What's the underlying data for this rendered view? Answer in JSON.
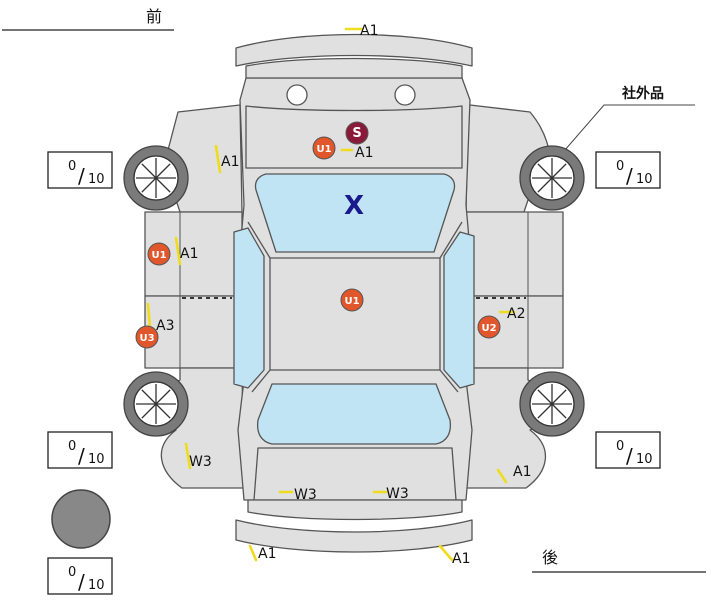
{
  "headings": {
    "front": "前",
    "rear": "後",
    "aftermarket": "社外品"
  },
  "scores": [
    {
      "value": "0",
      "max": "10"
    },
    {
      "value": "0",
      "max": "10"
    },
    {
      "value": "0",
      "max": "10"
    },
    {
      "value": "0",
      "max": "10"
    },
    {
      "value": "0",
      "max": "10"
    }
  ],
  "markers": [
    {
      "kind": "badge",
      "code": "S",
      "color": "#8b1a3a"
    },
    {
      "kind": "badge",
      "code": "U1",
      "color": "#e2562b"
    },
    {
      "kind": "badge",
      "code": "U1",
      "color": "#e2562b"
    },
    {
      "kind": "badge",
      "code": "U1",
      "color": "#e2562b"
    },
    {
      "kind": "badge",
      "code": "U3",
      "color": "#e2562b"
    },
    {
      "kind": "badge",
      "code": "U2",
      "color": "#e2562b"
    },
    {
      "kind": "cross",
      "code": "X",
      "color": "#1a1a8c"
    }
  ],
  "damage_codes": [
    "A1",
    "A1",
    "A1",
    "A1",
    "A3",
    "A2",
    "W3",
    "W3",
    "W3",
    "A1",
    "A1",
    "A1"
  ],
  "colors": {
    "body": "#e0e0e0",
    "outline": "#555555",
    "glass": "#c0e4f4",
    "marker_line": "#f0dc1e",
    "swatch": "#888888"
  }
}
